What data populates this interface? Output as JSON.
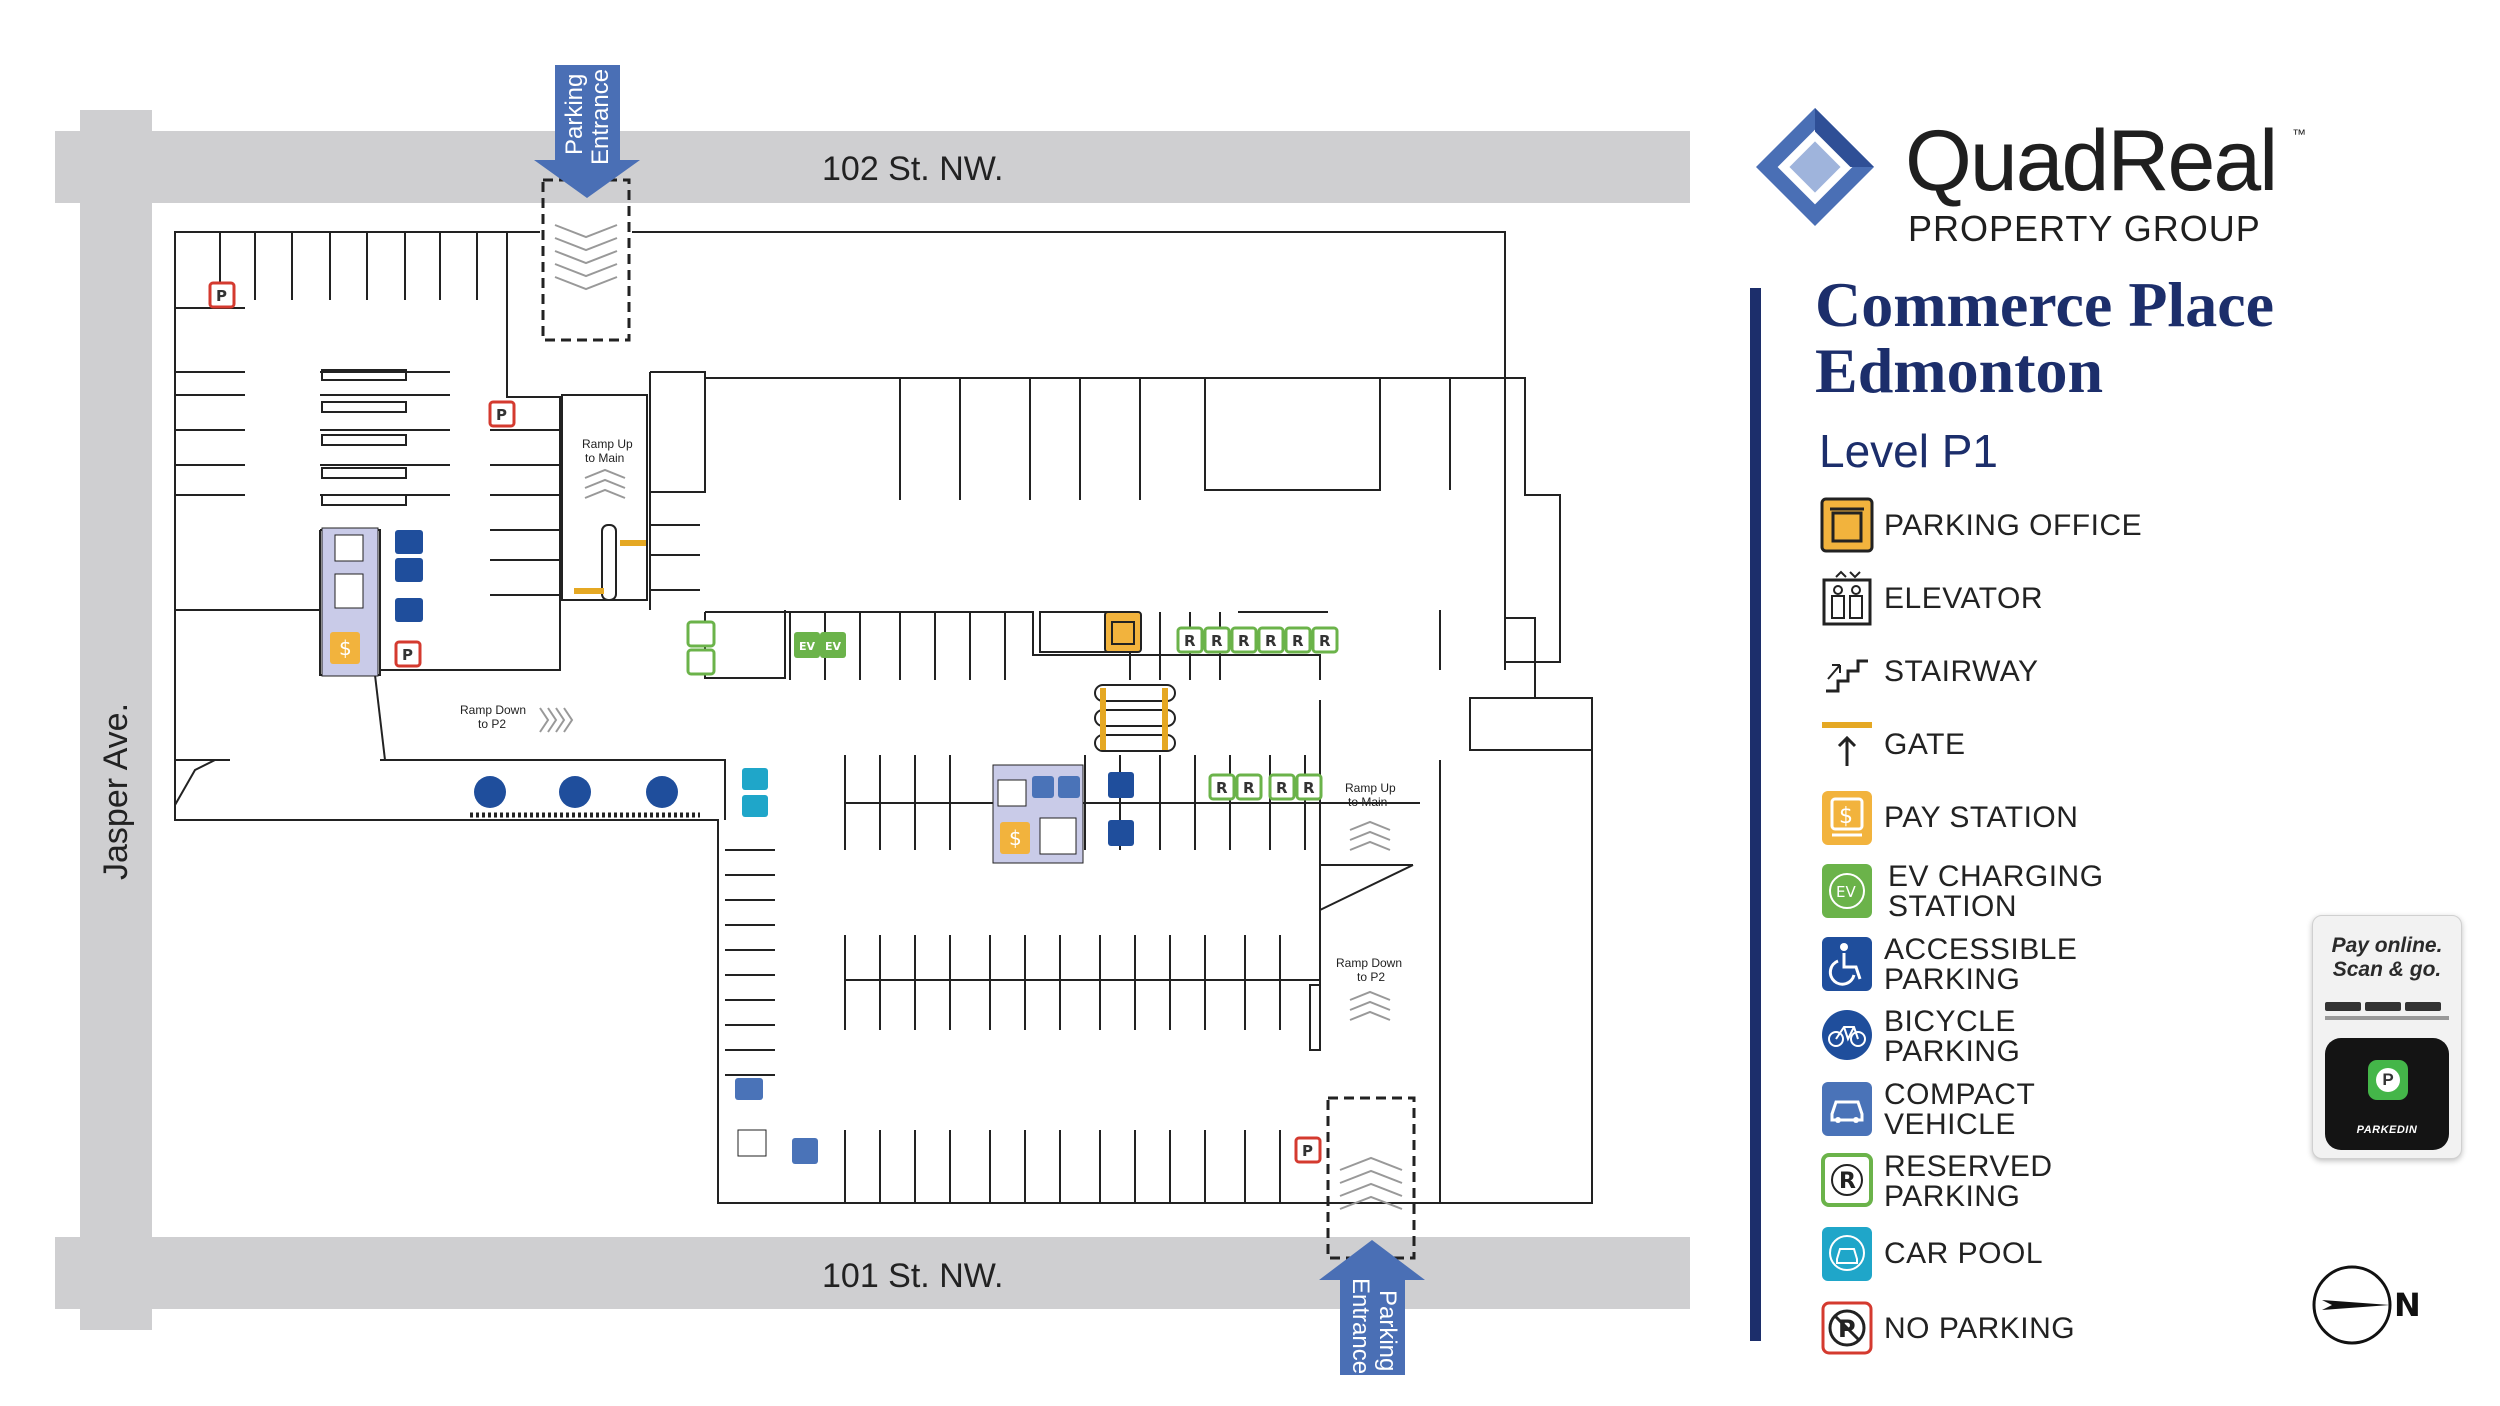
{
  "brand": {
    "name": "QuadReal",
    "tm": "™",
    "subtitle": "PROPERTY GROUP",
    "colors": {
      "primary": "#1c2e6b",
      "logo_blue": "#4a6fb5"
    }
  },
  "building": {
    "line1": "Commerce Place",
    "line2": "Edmonton",
    "level": "Level P1"
  },
  "streets": {
    "top": "102 St. NW.",
    "bottom": "101 St. NW.",
    "left": "Jasper Ave."
  },
  "entrances": {
    "top_line1": "Parking",
    "top_line2": "Entrance",
    "bottom_line1": "Parking",
    "bottom_line2": "Entrance"
  },
  "map_labels": {
    "ramp_up_main_1a": "Ramp Up",
    "ramp_up_main_1b": "to Main",
    "ramp_down_p2_1a": "Ramp Down",
    "ramp_down_p2_1b": "to P2",
    "ramp_up_main_2a": "Ramp Up",
    "ramp_up_main_2b": "to Main",
    "ramp_down_p2_2a": "Ramp Down",
    "ramp_down_p2_2b": "to P2"
  },
  "map_icons": {
    "reserved_letter": "R",
    "ev_letter": "EV",
    "pay_symbol": "$",
    "no_parking_letter": "P"
  },
  "legend": [
    {
      "icon": "parking-office-icon",
      "label": "PARKING OFFICE",
      "color": "#f2b33d"
    },
    {
      "icon": "elevator-icon",
      "label": "ELEVATOR",
      "color": "#ffffff"
    },
    {
      "icon": "stairway-icon",
      "label": "STAIRWAY",
      "color": "#ffffff"
    },
    {
      "icon": "gate-icon",
      "label": "GATE",
      "color": "#e5a823"
    },
    {
      "icon": "pay-station-icon",
      "label": "PAY STATION",
      "color": "#f2b33d"
    },
    {
      "icon": "ev-charging-icon",
      "label": "EV CHARGING",
      "label2": "STATION",
      "color": "#6bb34a"
    },
    {
      "icon": "accessible-icon",
      "label": "ACCESSIBLE",
      "label2": "PARKING",
      "color": "#1f4e9c"
    },
    {
      "icon": "bicycle-icon",
      "label": "BICYCLE",
      "label2": "PARKING",
      "color": "#1f4e9c"
    },
    {
      "icon": "compact-vehicle-icon",
      "label": "COMPACT",
      "label2": "VEHICLE",
      "color": "#4a73b8"
    },
    {
      "icon": "reserved-parking-icon",
      "label": "RESERVED",
      "label2": "PARKING",
      "color": "#6bb34a"
    },
    {
      "icon": "car-pool-icon",
      "label": "CAR POOL",
      "color": "#1fa6c9"
    },
    {
      "icon": "no-parking-icon",
      "label": "NO PARKING",
      "color": "#d43a2f"
    }
  ],
  "app_promo": {
    "line1": "Pay online.",
    "line2": "Scan & go.",
    "app_letter": "P",
    "app_name": "PARKEDIN"
  },
  "compass": {
    "letter": "N"
  }
}
